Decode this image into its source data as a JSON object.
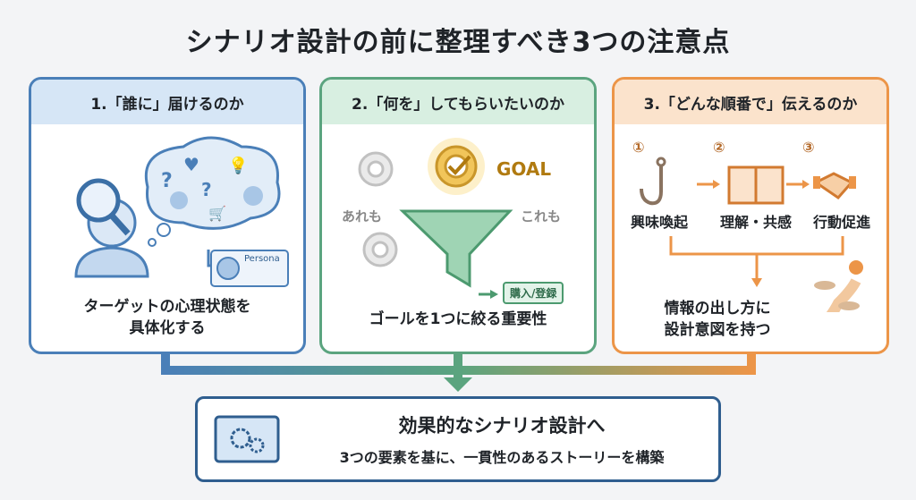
{
  "title": "シナリオ設計の前に整理すべき3つの注意点",
  "cards": [
    {
      "heading": "1.「誰に」届けるのか",
      "persona_label": "Persona",
      "caption_line1": "ターゲットの心理状態を",
      "caption_line2": "具体化する"
    },
    {
      "heading": "2.「何を」してもらいたいのか",
      "goal_label": "GOAL",
      "left_label": "あれも",
      "right_label": "これも",
      "output_label": "購入/登録",
      "caption": "ゴールを1つに絞る重要性"
    },
    {
      "heading": "3.「どんな順番で」伝えるのか",
      "steps": [
        {
          "num": "①",
          "label": "興味喚起"
        },
        {
          "num": "②",
          "label": "理解・共感"
        },
        {
          "num": "③",
          "label": "行動促進"
        }
      ],
      "caption_line1": "情報の出し方に",
      "caption_line2": "設計意図を持つ"
    }
  ],
  "result": {
    "title": "効果的なシナリオ設計へ",
    "subtitle": "3つの要素を基に、一貫性のあるストーリーを構築"
  },
  "colors": {
    "blue": "#4a7fb8",
    "green": "#5ba47f",
    "orange": "#ec9548",
    "navy": "#2f5e8f"
  }
}
